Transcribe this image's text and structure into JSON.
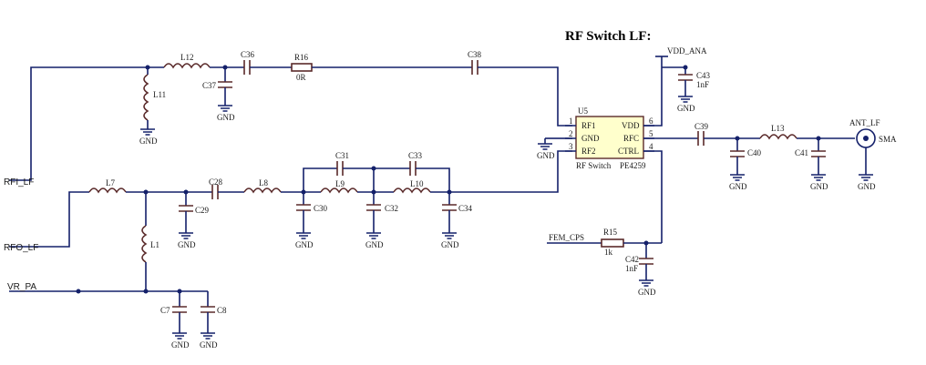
{
  "title": "RF Switch LF:",
  "nets": {
    "rfi": "RFI_LF",
    "rfo": "RFO_LF",
    "vr": "VR_PA",
    "vdd": "VDD_ANA",
    "fem": "FEM_CPS",
    "ant": "ANT_LF",
    "sma": "SMA"
  },
  "gnd": "GND",
  "ic": {
    "ref": "U5",
    "pins_left": [
      {
        "num": "1",
        "name": "RF1"
      },
      {
        "num": "2",
        "name": "GND"
      },
      {
        "num": "3",
        "name": "RF2"
      }
    ],
    "pins_right": [
      {
        "num": "6",
        "name": "VDD"
      },
      {
        "num": "5",
        "name": "RFC"
      },
      {
        "num": "4",
        "name": "CTRL"
      }
    ],
    "bottom_left": "RF Switch",
    "bottom_right": "PE4259"
  },
  "parts": {
    "L12": "L12",
    "C36": "C36",
    "R16": "R16",
    "R16_val": "0R",
    "C38": "C38",
    "L11": "L11",
    "C37": "C37",
    "L7": "L7",
    "C28": "C28",
    "L8": "L8",
    "L9": "L9",
    "L10": "L10",
    "C31": "C31",
    "C33": "C33",
    "C29": "C29",
    "C30": "C30",
    "C32": "C32",
    "C34": "C34",
    "L1": "L1",
    "C7": "C7",
    "C8": "C8",
    "C43": "C43",
    "C43_val": "1nF",
    "C39": "C39",
    "L13": "L13",
    "C40": "C40",
    "C41": "C41",
    "R15": "R15",
    "R15_val": "1k",
    "C42": "C42",
    "C42_val": "1nF"
  }
}
